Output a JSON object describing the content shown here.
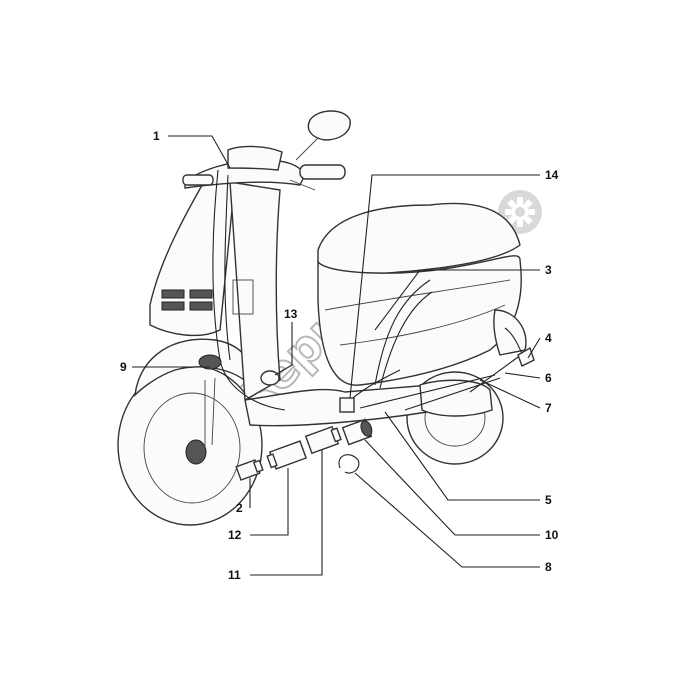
{
  "diagram": {
    "watermark": "PartsRepublik",
    "callouts": [
      {
        "id": "c1",
        "label": "1"
      },
      {
        "id": "c2",
        "label": "2"
      },
      {
        "id": "c3",
        "label": "3"
      },
      {
        "id": "c4",
        "label": "4"
      },
      {
        "id": "c5",
        "label": "5"
      },
      {
        "id": "c6",
        "label": "6"
      },
      {
        "id": "c7",
        "label": "7"
      },
      {
        "id": "c8",
        "label": "8"
      },
      {
        "id": "c9",
        "label": "9"
      },
      {
        "id": "c10",
        "label": "10"
      },
      {
        "id": "c11",
        "label": "11"
      },
      {
        "id": "c12",
        "label": "12"
      },
      {
        "id": "c13",
        "label": "13"
      },
      {
        "id": "c14",
        "label": "14"
      }
    ],
    "icon": "gear-icon",
    "colors": {
      "line": "#222222",
      "watermark": "#b8b8b8"
    }
  }
}
